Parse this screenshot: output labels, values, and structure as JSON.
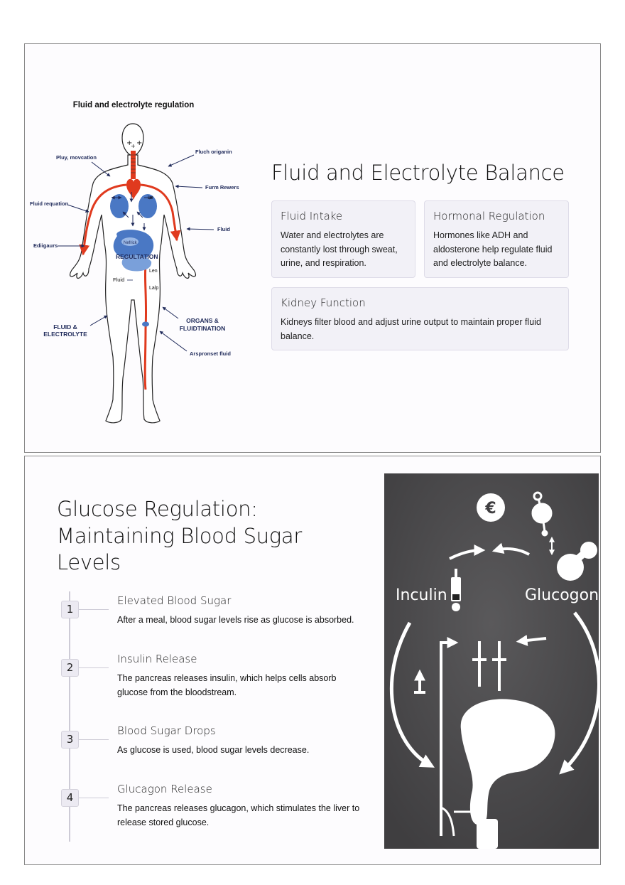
{
  "slide1": {
    "diagram": {
      "title": "Fluid and electrolyte regulation",
      "labels": {
        "pluy": "Pluy, movcation",
        "fluch": "Fluch origanin",
        "furm": "Furm Rewers",
        "fluid_requation": "Fluid requation",
        "fluid_right": "Fluid",
        "ediigaurs": "Ediigaurs",
        "regulation": "REGULTATION",
        "fluid_center": "Fluid",
        "len": "Len",
        "lalp": "Lalp",
        "fluid_electrolyte_1": "FLUID &",
        "fluid_electrolyte_2": "ELECTROLYTE",
        "organs_1": "ORGANS &",
        "organs_2": "FLUIDTINATION",
        "arspronset": "Arspronset fluid",
        "le": "Le",
        "nephron": "Nefrick"
      }
    },
    "title": "Fluid and Electrolyte Balance",
    "cards": [
      {
        "title": "Fluid Intake",
        "body": "Water and electrolytes are constantly lost through sweat, urine, and respiration."
      },
      {
        "title": "Hormonal Regulation",
        "body": "Hormones like ADH and aldosterone help regulate fluid and electrolyte balance."
      },
      {
        "title": "Kidney Function",
        "body": "Kidneys filter blood and adjust urine output to maintain proper fluid balance."
      }
    ]
  },
  "slide2": {
    "title": "Glucose Regulation: Maintaining Blood Sugar Levels",
    "steps": [
      {
        "num": "1",
        "title": "Elevated Blood Sugar",
        "desc": "After a meal, blood sugar levels rise as glucose is absorbed."
      },
      {
        "num": "2",
        "title": "Insulin Release",
        "desc": "The pancreas releases insulin, which helps cells absorb glucose from the bloodstream."
      },
      {
        "num": "3",
        "title": "Blood Sugar Drops",
        "desc": "As glucose is used, blood sugar levels decrease."
      },
      {
        "num": "4",
        "title": "Glucagon Release",
        "desc": "The pancreas releases glucagon, which stimulates the liver to release stored glucose."
      }
    ],
    "illustration": {
      "insulin_label": "Inculin",
      "glucagon_label": "Glucogon",
      "coin_symbol": "€"
    }
  },
  "colors": {
    "border": "#8a8a8a",
    "card_bg": "#f2f1f7",
    "artery": "#e03a1e",
    "organ_blue": "#4a78c4",
    "navy": "#1f2a5a",
    "photo_bg": "#4e4d4f"
  }
}
